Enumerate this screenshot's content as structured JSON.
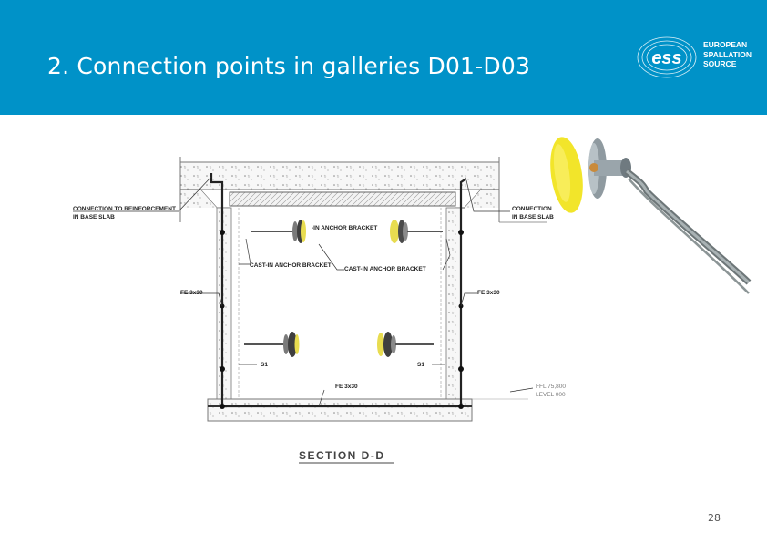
{
  "slide": {
    "title": "2. Connection points in galleries D01-D03",
    "page_number": "28"
  },
  "logo": {
    "mark": "ess",
    "line1": "EUROPEAN",
    "line2": "SPALLATION",
    "line3": "SOURCE"
  },
  "drawing": {
    "label_conn_left_1": "CONNECTION TO REINFORCEMENT",
    "label_conn_left_2": "IN BASE SLAB",
    "label_conn_right_1": "CONNECTION",
    "label_conn_right_2": "IN BASE SLAB",
    "label_anchor_top": "-IN ANCHOR BRACKET",
    "label_anchor_left": "CAST-IN ANCHOR BRACKET",
    "label_anchor_right": "CAST-IN ANCHOR BRACKET",
    "label_fe_left": "FE 3x30",
    "label_fe_right": "FE 3x30",
    "label_fe_bottom": "FE 3x30",
    "label_s1_left": "S1",
    "label_s1_right": "S1",
    "label_ffl": "FFL 75,800",
    "label_level": "LEVEL 000",
    "section_title": "SECTION D-D"
  },
  "colors": {
    "header": "#0092c8",
    "yellow_disc": "#f2e52a",
    "bracket_grey": "#6b6b6b"
  }
}
